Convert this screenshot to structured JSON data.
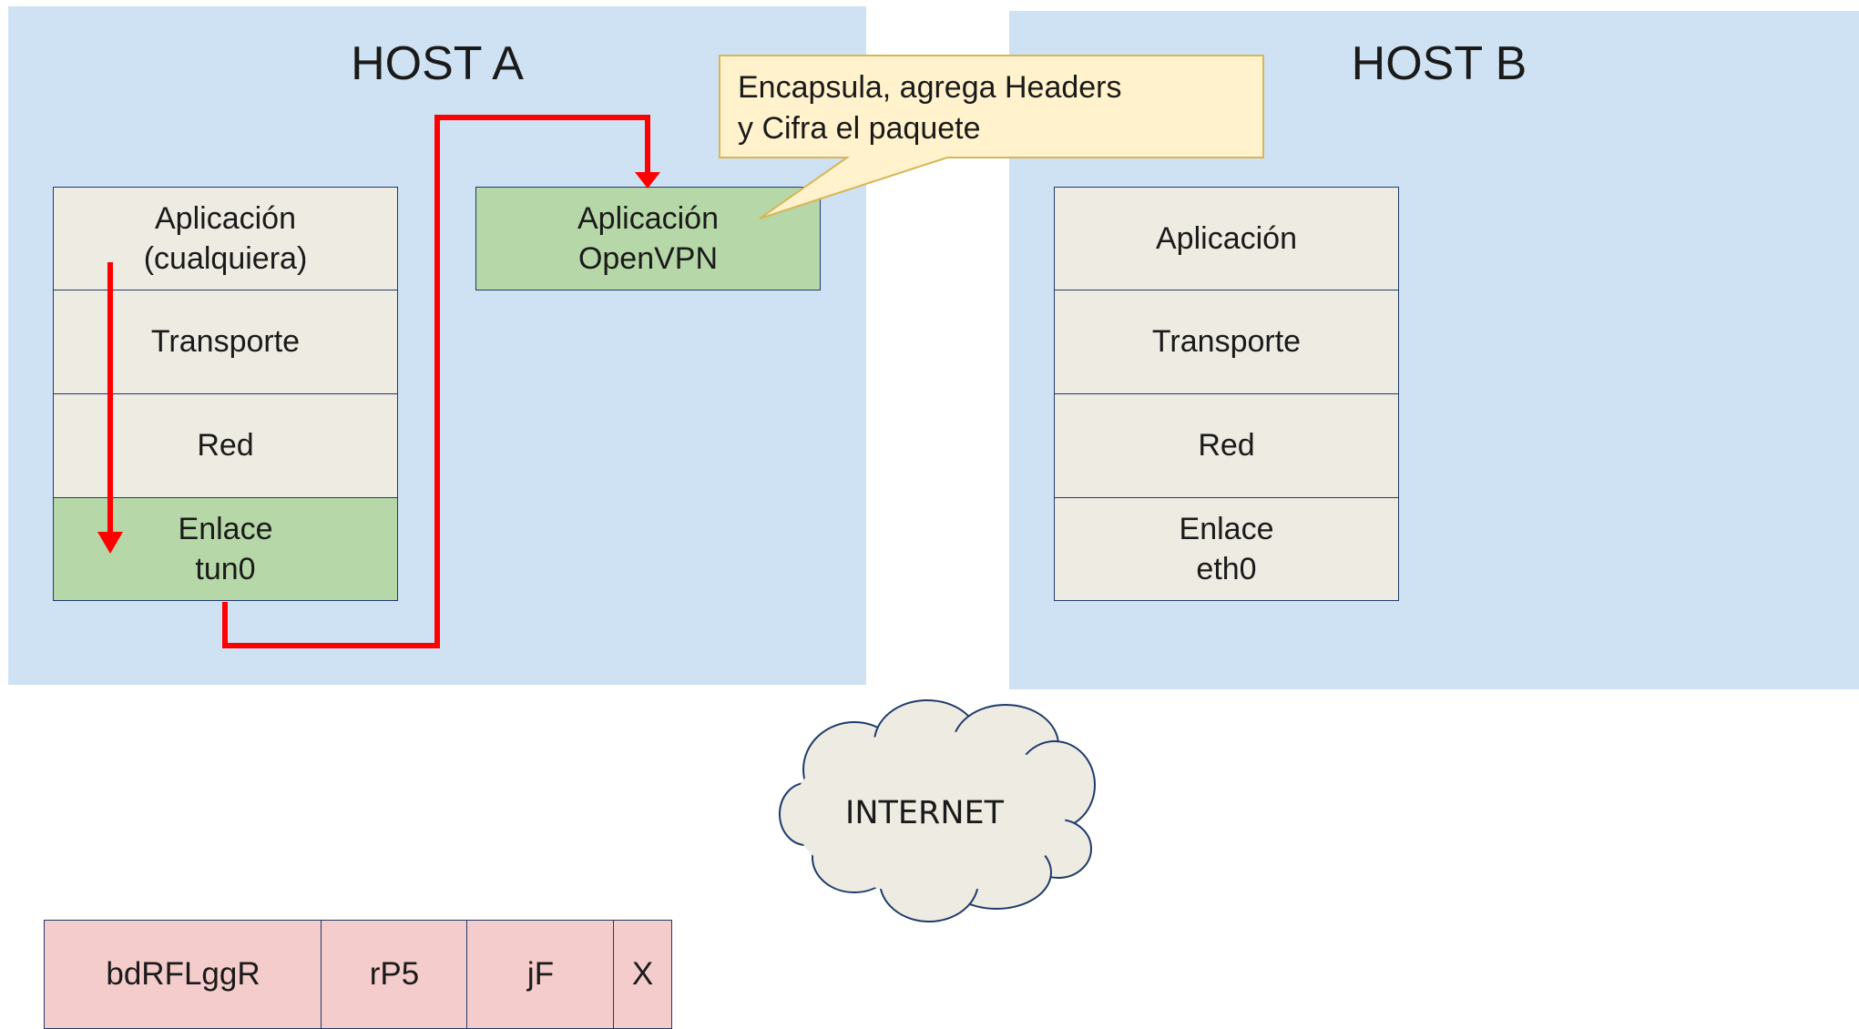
{
  "host_a": {
    "title": "HOST A",
    "stack": [
      {
        "line1": "Aplicación",
        "line2": "(cualquiera)"
      },
      {
        "line1": "Transporte",
        "line2": ""
      },
      {
        "line1": "Red",
        "line2": ""
      },
      {
        "line1": "Enlace",
        "line2": "tun0"
      }
    ],
    "openvpn": {
      "line1": "Aplicación",
      "line2": "OpenVPN"
    }
  },
  "host_b": {
    "title": "HOST B",
    "stack": [
      {
        "line1": "Aplicación",
        "line2": ""
      },
      {
        "line1": "Transporte",
        "line2": ""
      },
      {
        "line1": "Red",
        "line2": ""
      },
      {
        "line1": "Enlace",
        "line2": "eth0"
      }
    ]
  },
  "callout": {
    "line1": "Encapsula, agrega Headers",
    "line2": "y Cifra el paquete"
  },
  "internet": {
    "label": "INTERNET"
  },
  "packet": {
    "fields": [
      "bdRFLggR",
      "rP5",
      "jF",
      "X"
    ]
  },
  "colors": {
    "host_background": "#cfe2f3",
    "layer_default": "#eeebe2",
    "layer_highlight": "#b6d7a8",
    "callout_fill": "#fff2cc",
    "packet_fill": "#f4cccc",
    "flow_arrow": "#ff0000",
    "border": "#1f3a6b"
  }
}
